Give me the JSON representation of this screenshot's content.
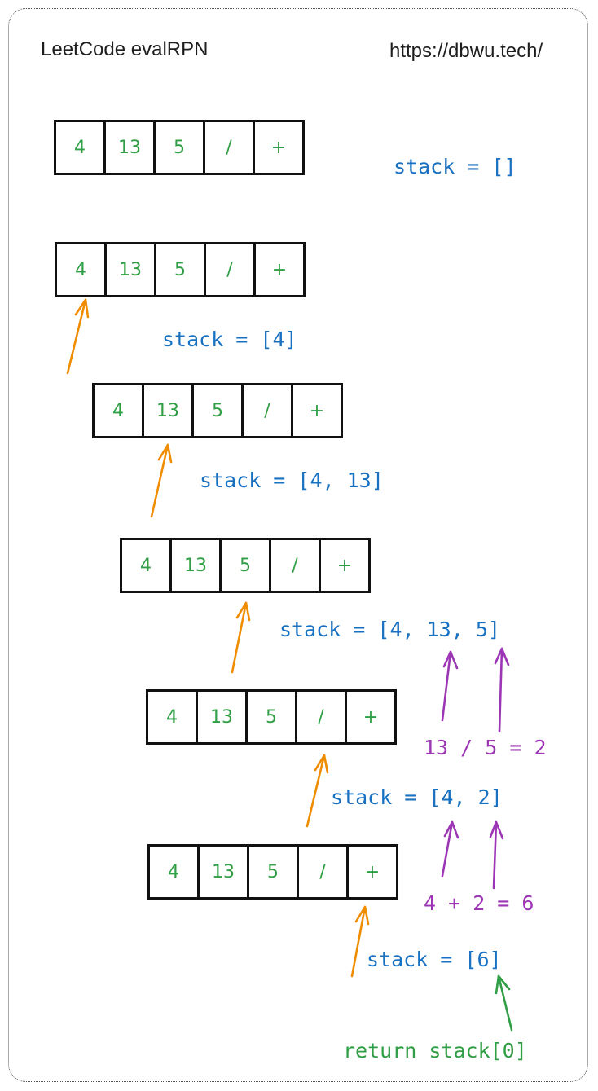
{
  "header": {
    "title": "LeetCode evalRPN",
    "url": "https://dbwu.tech/"
  },
  "tokens": [
    "4",
    "13",
    "5",
    "/",
    "+"
  ],
  "labels": {
    "stack_empty": "stack = []",
    "stack_1": "stack = [4]",
    "stack_2": "stack = [4, 13]",
    "stack_3": "stack = [4, 13, 5]",
    "calc_1": "13 / 5 = 2",
    "stack_4": "stack = [4, 2]",
    "calc_2": "4 + 2 = 6",
    "stack_5": "stack = [6]",
    "result": "return stack[0]"
  },
  "colors": {
    "token_text": "#2f9e44",
    "stack_text": "#1971c2",
    "calc_text": "#9c36b5",
    "pointer_arrow": "#f08c00",
    "calc_arrow": "#9c36b5",
    "return_arrow": "#2f9e44"
  }
}
